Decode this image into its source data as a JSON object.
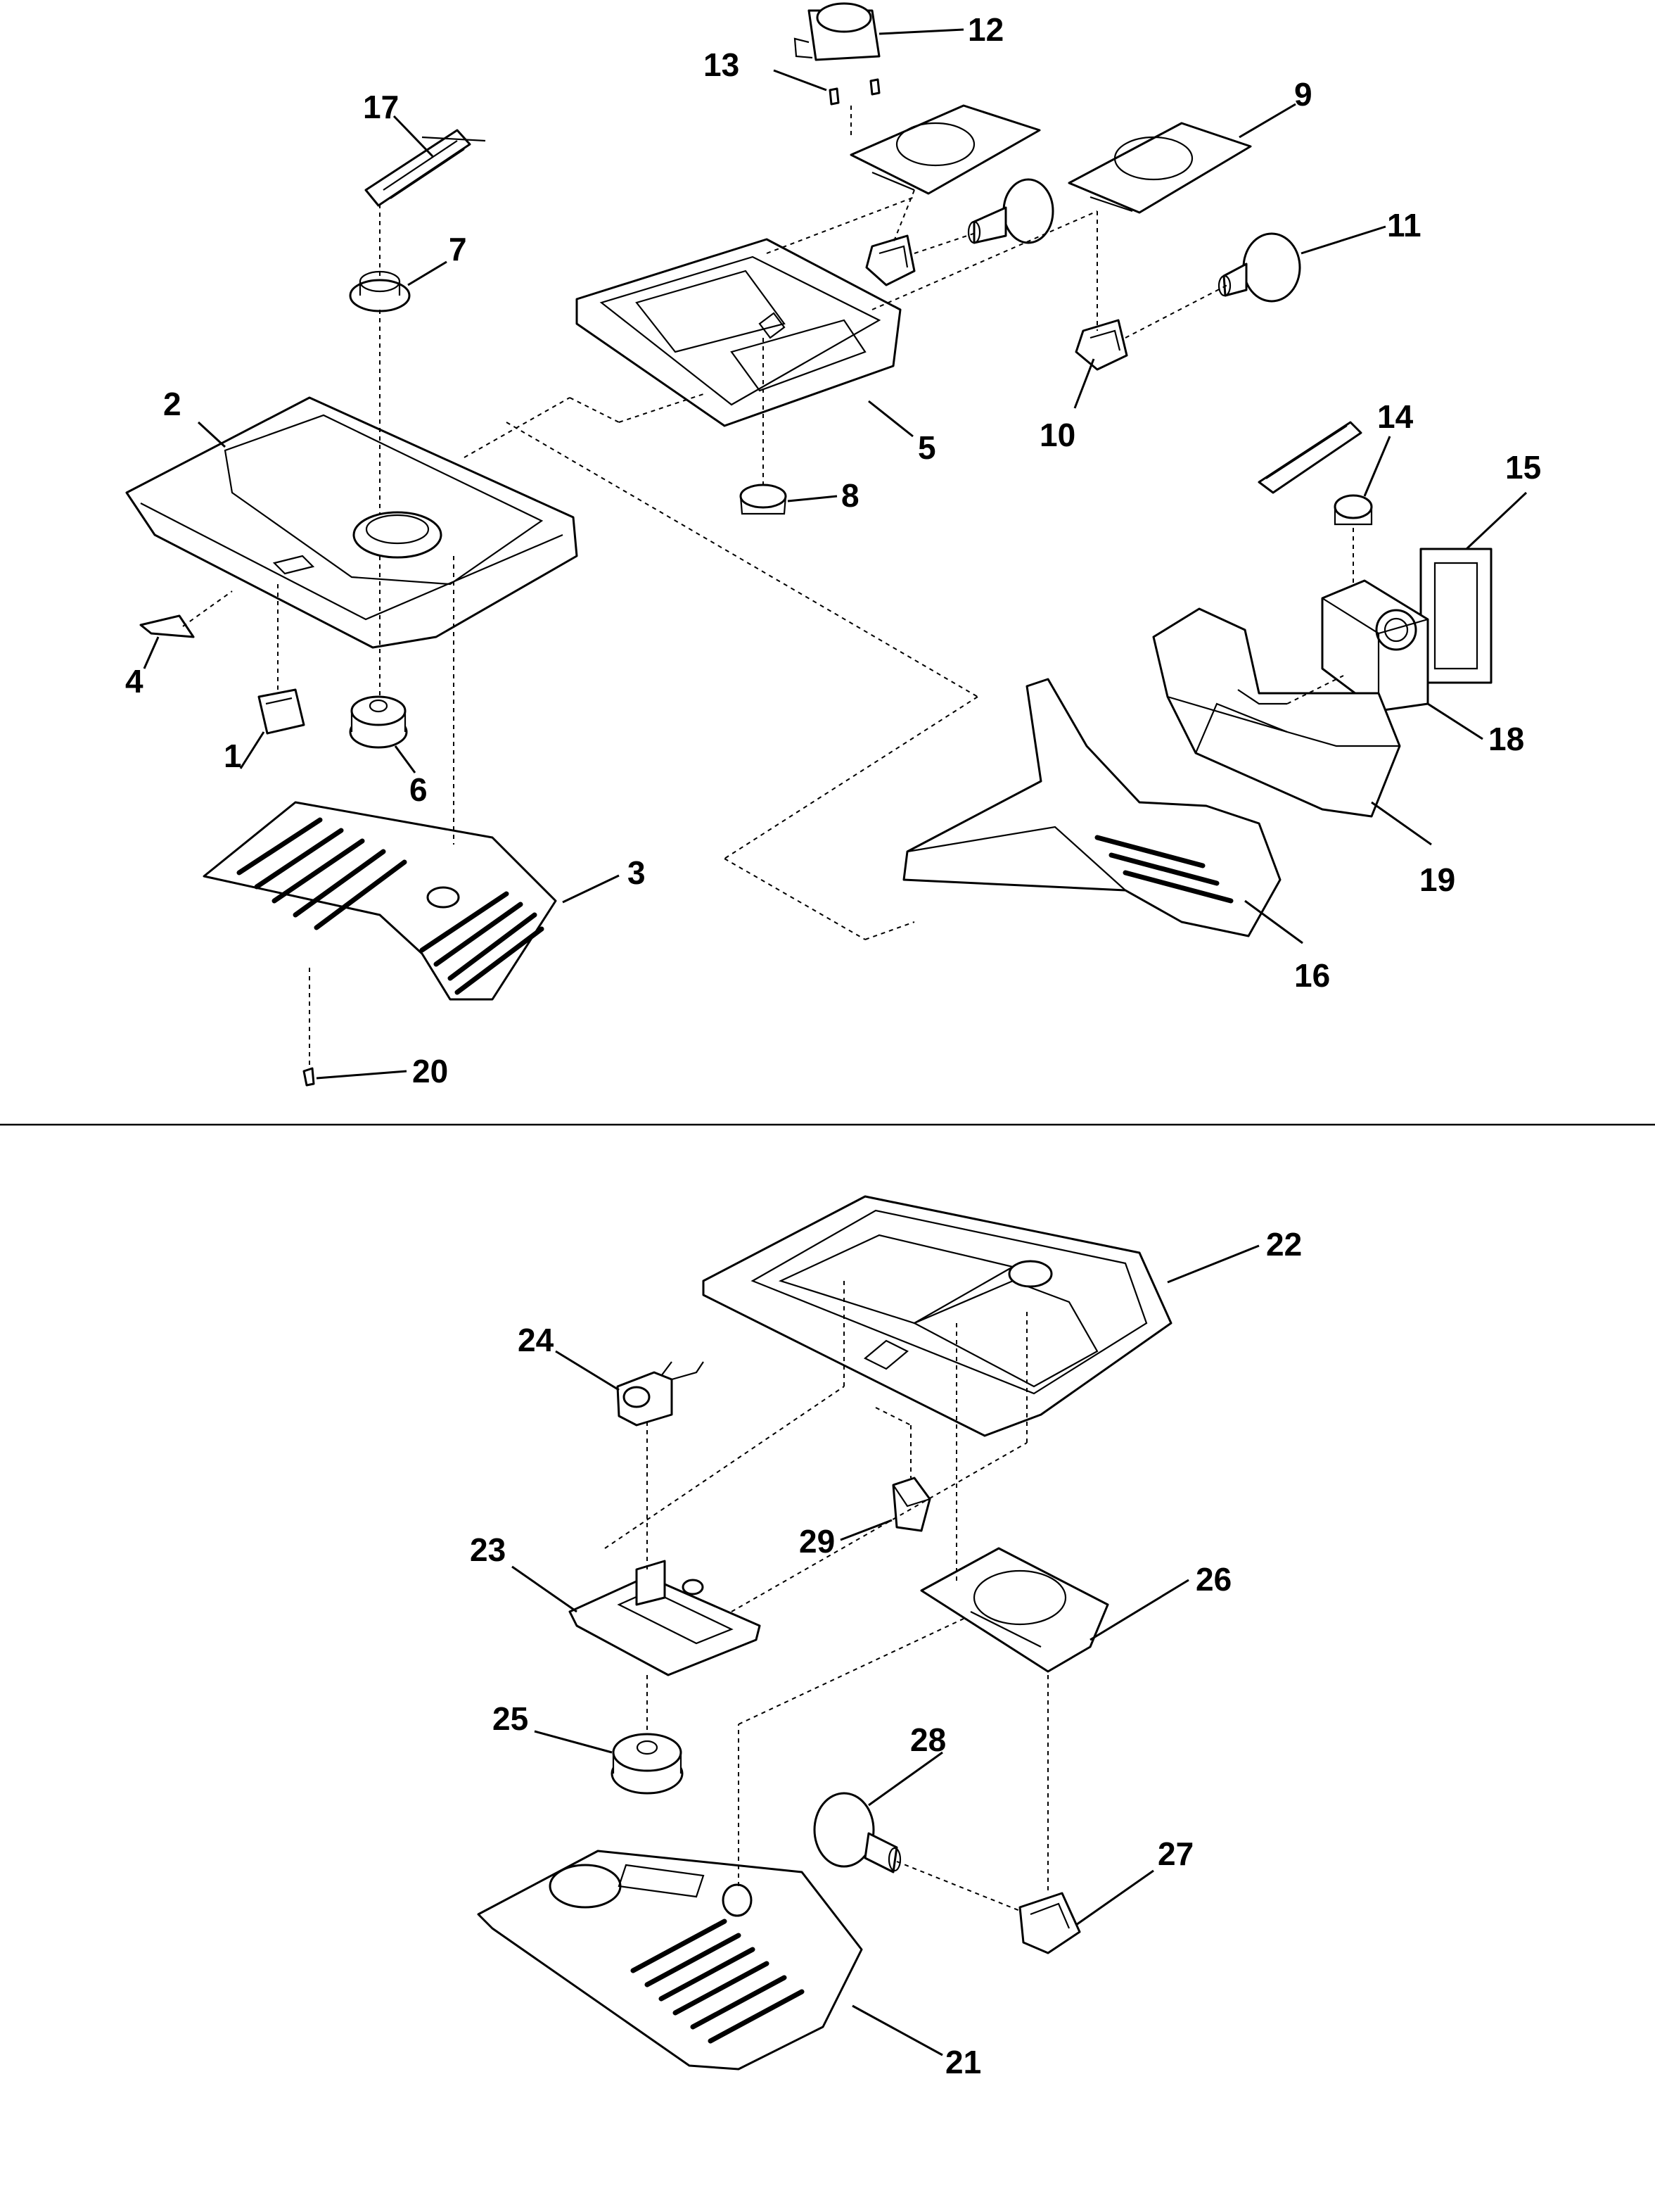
{
  "callouts": [
    {
      "id": "1",
      "text": "1"
    },
    {
      "id": "2",
      "text": "2"
    },
    {
      "id": "3",
      "text": "3"
    },
    {
      "id": "4",
      "text": "4"
    },
    {
      "id": "5",
      "text": "5"
    },
    {
      "id": "6",
      "text": "6"
    },
    {
      "id": "7",
      "text": "7"
    },
    {
      "id": "8",
      "text": "8"
    },
    {
      "id": "9",
      "text": "9"
    },
    {
      "id": "10",
      "text": "10"
    },
    {
      "id": "11",
      "text": "11"
    },
    {
      "id": "12",
      "text": "12"
    },
    {
      "id": "13",
      "text": "13"
    },
    {
      "id": "14",
      "text": "14"
    },
    {
      "id": "15",
      "text": "15"
    },
    {
      "id": "16",
      "text": "16"
    },
    {
      "id": "17",
      "text": "17"
    },
    {
      "id": "18",
      "text": "18"
    },
    {
      "id": "19",
      "text": "19"
    },
    {
      "id": "20",
      "text": "20"
    },
    {
      "id": "21",
      "text": "21"
    },
    {
      "id": "22",
      "text": "22"
    },
    {
      "id": "23",
      "text": "23"
    },
    {
      "id": "24",
      "text": "24"
    },
    {
      "id": "25",
      "text": "25"
    },
    {
      "id": "26",
      "text": "26"
    },
    {
      "id": "27",
      "text": "27"
    },
    {
      "id": "28",
      "text": "28"
    },
    {
      "id": "29",
      "text": "29"
    }
  ],
  "colors": {
    "line": "#000000",
    "background": "#ffffff"
  }
}
